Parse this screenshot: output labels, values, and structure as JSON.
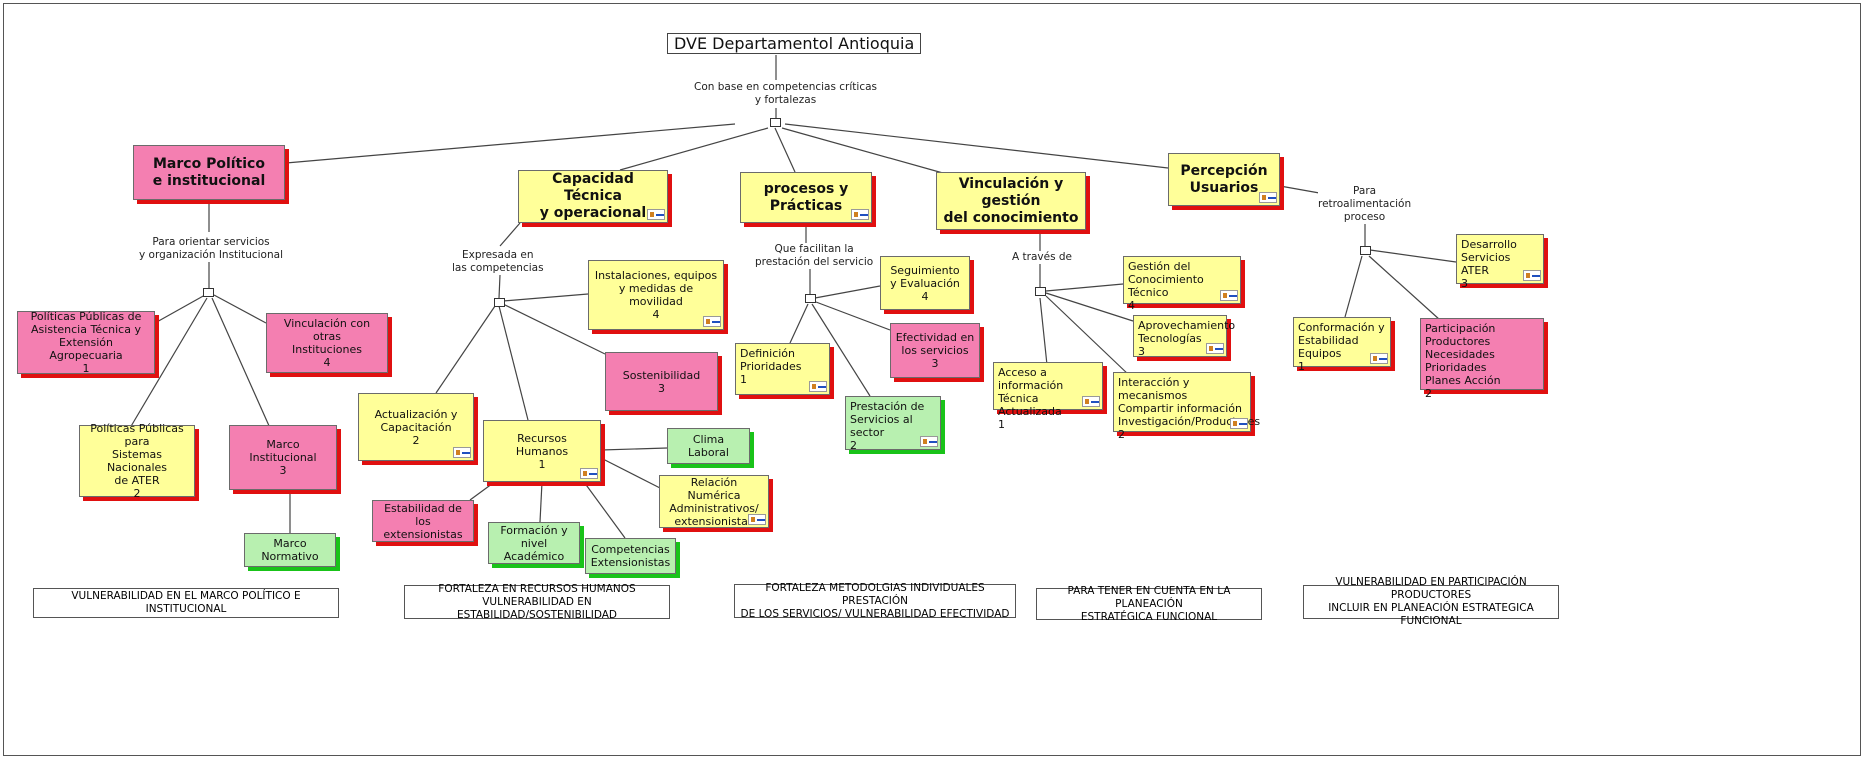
{
  "title": "DVE Departamentol Antioquia",
  "root_link": "Con base en competencias críticas\ny fortalezas",
  "nodes": {
    "marco": "Marco Político\ne institucional",
    "capacidad": "Capacidad Técnica\ny operacional",
    "procesos": "procesos y\nPrácticas",
    "vinculacion": "Vinculación y gestión\ndel conocimiento",
    "percepcion": "Percepción\nUsuarios",
    "politicas_asistencia": "Políticas Públicas de\nAsistencia Técnica y\nExtensión Agropecuaria\n1",
    "vinculacion_otras": "Vinculación con otras\nInstituciones\n4",
    "politicas_sistemas": "Políticas Públicas para\nSistemas Nacionales\nde ATER\n2",
    "marco_institucional": "Marco Institucional\n3",
    "marco_normativo": "Marco Normativo",
    "instalaciones": "Instalaciones, equipos\ny medidas de movilidad\n4",
    "sostenibilidad": "Sostenibilidad\n3",
    "actualizacion": "Actualización y\nCapacitación\n2",
    "recursos": "Recursos\nHumanos\n1",
    "clima": "Clima Laboral",
    "relacion": "Relación Numérica\nAdministrativos/\nextensionistas",
    "estabilidad": "Estabilidad de los\nextensionistas",
    "formacion": "Formación y\nnivel Académico",
    "competencias": "Competencias\nExtensionistas",
    "seguimiento": "Seguimiento\ny Evaluación\n4",
    "definicion": "Definición\nPrioridades\n1",
    "efectividad": "Efectividad en\nlos servicios\n3",
    "prestacion": "Prestación de\nServicios al sector\n2",
    "gestion_conocimiento": "Gestión del\nConocimiento Técnico\n4",
    "aprovechamiento": "Aprovechamiento\nTecnologías\n3",
    "acceso": "Acceso a información\nTécnica Actualizada\n1",
    "interaccion": "Interacción y mecanismos\nCompartir información\nInvestigación/Productores\n2",
    "desarrollo": "Desarrollo\nServicios ATER\n3",
    "conformacion": "Conformación y\nEstabilidad Equipos\n1",
    "participacion": "Participación Productores\nNecesidades\nPrioridades\nPlanes Acción\n2"
  },
  "links": {
    "orientar": "Para orientar servicios\ny organización Institucional",
    "expresada": "Expresada en\nlas competencias",
    "facilitan": "Que facilitan la\nprestación del servicio",
    "traves": "A través de",
    "retro": "Para\nretroalimentación\nproceso"
  },
  "footer": {
    "f1": "VULNERABILIDAD EN EL MARCO POLÍTICO E INSTITUCIONAL",
    "f2": "FORTALEZA EN RECURSOS HUMANOS\nVULNERABILIDAD EN ESTABILIDAD/SOSTENIBILIDAD",
    "f3": "FORTALEZA METODOLGIAS INDIVIDUALES PRESTACIÓN\nDE LOS SERVICIOS/ VULNERABILIDAD EFECTIVIDAD",
    "f4": "PARA TENER EN CUENTA EN LA PLANEACIÓN\nESTRATÉGICA FUNCIONAL",
    "f5": "VULNERABILIDAD EN PARTICIPACIÓN PRODUCTORES\nINCLUIR EN PLANEACIÓN ESTRATEGICA FUNCIONAL"
  }
}
